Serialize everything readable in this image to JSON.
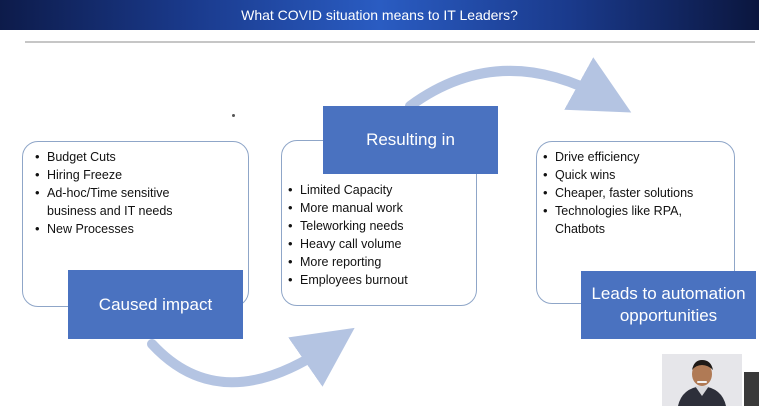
{
  "title": "What COVID situation means to IT Leaders?",
  "colors": {
    "title_bar": "#1a3a8c",
    "box_fill": "#4a72c0",
    "card_border": "#8fa6c8",
    "arrow": "#b4c4e2"
  },
  "stages": [
    {
      "label": "Caused impact",
      "items": [
        "Budget Cuts",
        "Hiring Freeze",
        "Ad-hoc/Time sensitive business and IT needs",
        "New Processes"
      ]
    },
    {
      "label": "Resulting in",
      "items": [
        "Limited Capacity",
        "More manual work",
        "Teleworking needs",
        "Heavy call volume",
        "More reporting",
        "Employees burnout"
      ]
    },
    {
      "label": "Leads to automation opportunities",
      "items": [
        "Drive efficiency",
        "Quick wins",
        "Cheaper, faster solutions",
        "Technologies like RPA, Chatbots"
      ]
    }
  ]
}
